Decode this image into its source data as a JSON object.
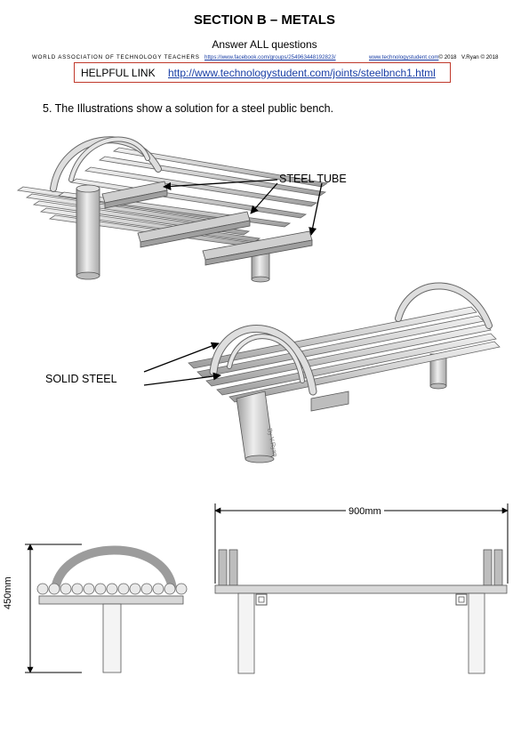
{
  "header": {
    "title": "SECTION B – METALS",
    "subtitle": "Answer ALL questions",
    "association": "WORLD ASSOCIATION OF TECHNOLOGY TEACHERS",
    "facebook_link": "https://www.facebook.com/groups/254963448192823/",
    "site_link": "www.technologystudent.com",
    "site_year": "© 2018",
    "copyright": "V.Ryan © 2018"
  },
  "helpful_link": {
    "label": "HELPFUL LINK",
    "url": "http://www.technologystudent.com/joints/steelbnch1.html"
  },
  "question": {
    "text": "5. The Illustrations show a solution for a steel public bench."
  },
  "callouts": {
    "steel_tube": "STEEL TUBE",
    "solid_steel": "SOLID STEEL",
    "leg_mark": "By V.Ryan"
  },
  "dimensions": {
    "width": "900mm",
    "height": "450mm"
  },
  "colors": {
    "link": "#1a3fa6",
    "help_border": "#c0392b",
    "steel": "#d4d4d4",
    "steel_outline": "#555555"
  }
}
